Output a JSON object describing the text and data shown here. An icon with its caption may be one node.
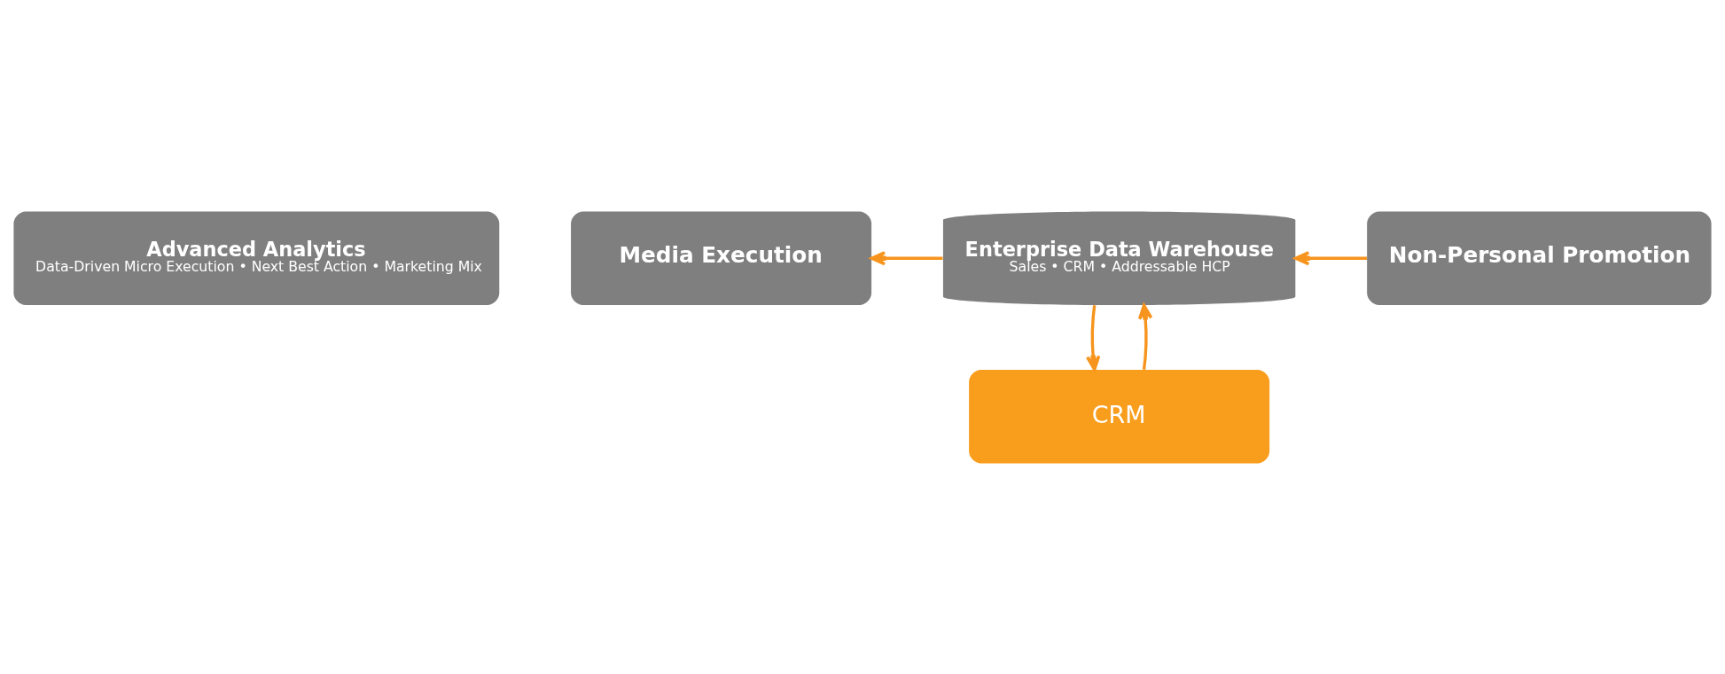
{
  "diagram": {
    "nodes": [
      {
        "text": [
          "Advanced Analytics",
          "Data-Driven Micro Execution • Next Best Action • Marketing Mix"
        ]
      },
      {
        "text": [
          "Media Execution"
        ]
      },
      {
        "text": [
          "Enterprise Data Warehouse",
          "Sales • CRM • Addressable HCP"
        ]
      },
      {
        "text": [
          "Non-Personal Promotion"
        ]
      },
      {
        "text": [
          "CRM"
        ]
      }
    ],
    "edges": [
      {
        "from": 2,
        "to": 1,
        "arrow": "to"
      },
      {
        "from": 3,
        "to": 2,
        "arrow": "to"
      },
      {
        "from": 2,
        "to": 4,
        "arrow": "to"
      },
      {
        "from": 4,
        "to": 2,
        "arrow": "to"
      }
    ]
  }
}
